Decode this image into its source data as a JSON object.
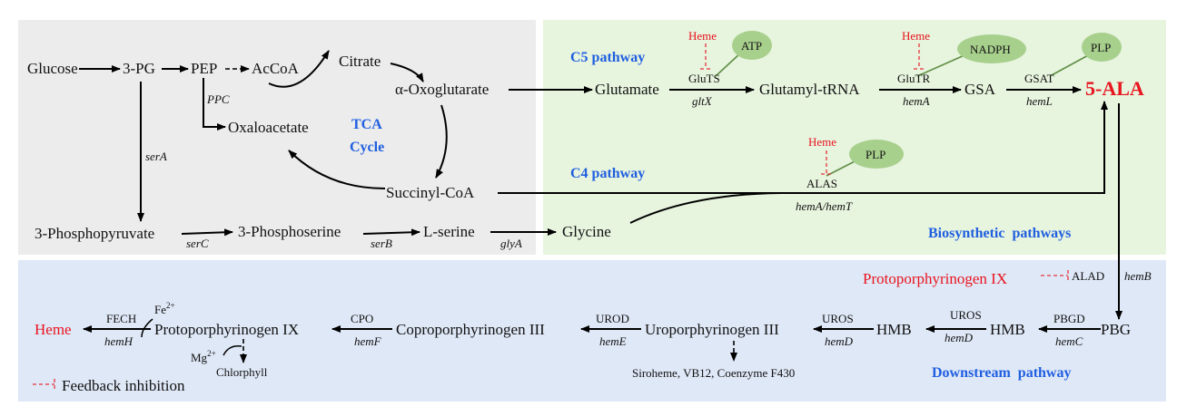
{
  "colors": {
    "upstream_panel": "#ececec",
    "biosynthetic_panel": "#e7f4de",
    "downstream_panel": "#dfe8f7",
    "product": "#e8141e",
    "inhibitor": "#e8141e",
    "pathway_label": "#1f5fe0",
    "cofactor": "#a8d08d"
  },
  "central": {
    "glucose": "Glucose",
    "pg3": "3-PG",
    "pep": "PEP",
    "accoa": "AcCoA",
    "citrate": "Citrate",
    "oxoglutarate": "α-Oxoglutarate",
    "oxaloacetate": "Oxaloacetate",
    "tca1": "TCA",
    "tca2": "Cycle",
    "ppc": "PPC",
    "sera": "serA",
    "succinyl": "Succinyl-CoA",
    "phosphopyruvate": "3-Phosphopyruvate",
    "serc": "serC",
    "phosphoserine": "3-Phosphoserine",
    "serb": "serB",
    "lserine": "L-serine",
    "glya": "glyA",
    "glycine": "Glycine"
  },
  "c5": {
    "label": "C5 pathway",
    "glutamate": "Glutamate",
    "gluts": "GluTS",
    "gltx": "gltX",
    "heme1": "Heme",
    "atp": "ATP",
    "trna": "Glutamyl-tRNA",
    "glutr": "GluTR",
    "hema": "hemA",
    "heme2": "Heme",
    "nadph": "NADPH",
    "gsa": "GSA",
    "gsat": "GSAT",
    "heml": "hemL",
    "plp": "PLP",
    "ala": "5-ALA"
  },
  "c4": {
    "label": "C4 pathway",
    "heme": "Heme",
    "plp": "PLP",
    "alas": "ALAS",
    "genes": "hemA/hemT",
    "panel_label": "Biosynthetic  pathways"
  },
  "downstream": {
    "proto_inh": "Protoporphyrinogen IX",
    "alad": "ALAD",
    "hemb": "hemB",
    "heme": "Heme",
    "fech": "FECH",
    "hemh": "hemH",
    "fe": "Fe",
    "fe_sup": "2+",
    "proto": "Protoporphyrinogen IX",
    "cpo": "CPO",
    "hemf": "hemF",
    "copro": "Coproporphyrinogen III",
    "urod": "UROD",
    "heme_gene": "hemE",
    "uro": "Uroporphyrinogen III",
    "uros1": "UROS",
    "hemd1": "hemD",
    "hmb1": "HMB",
    "uros2": "UROS",
    "hemd2": "hemD",
    "hmb2": "HMB",
    "pbgd": "PBGD",
    "hemc": "hemC",
    "pbg": "PBG",
    "mg": "Mg",
    "mg_sup": "2+",
    "chlorophyll": "Chlorphyll",
    "siroheme": "Siroheme, VB12, Coenzyme F430",
    "legend": "Feedback inhibition",
    "panel_label": "Downstream  pathway"
  }
}
